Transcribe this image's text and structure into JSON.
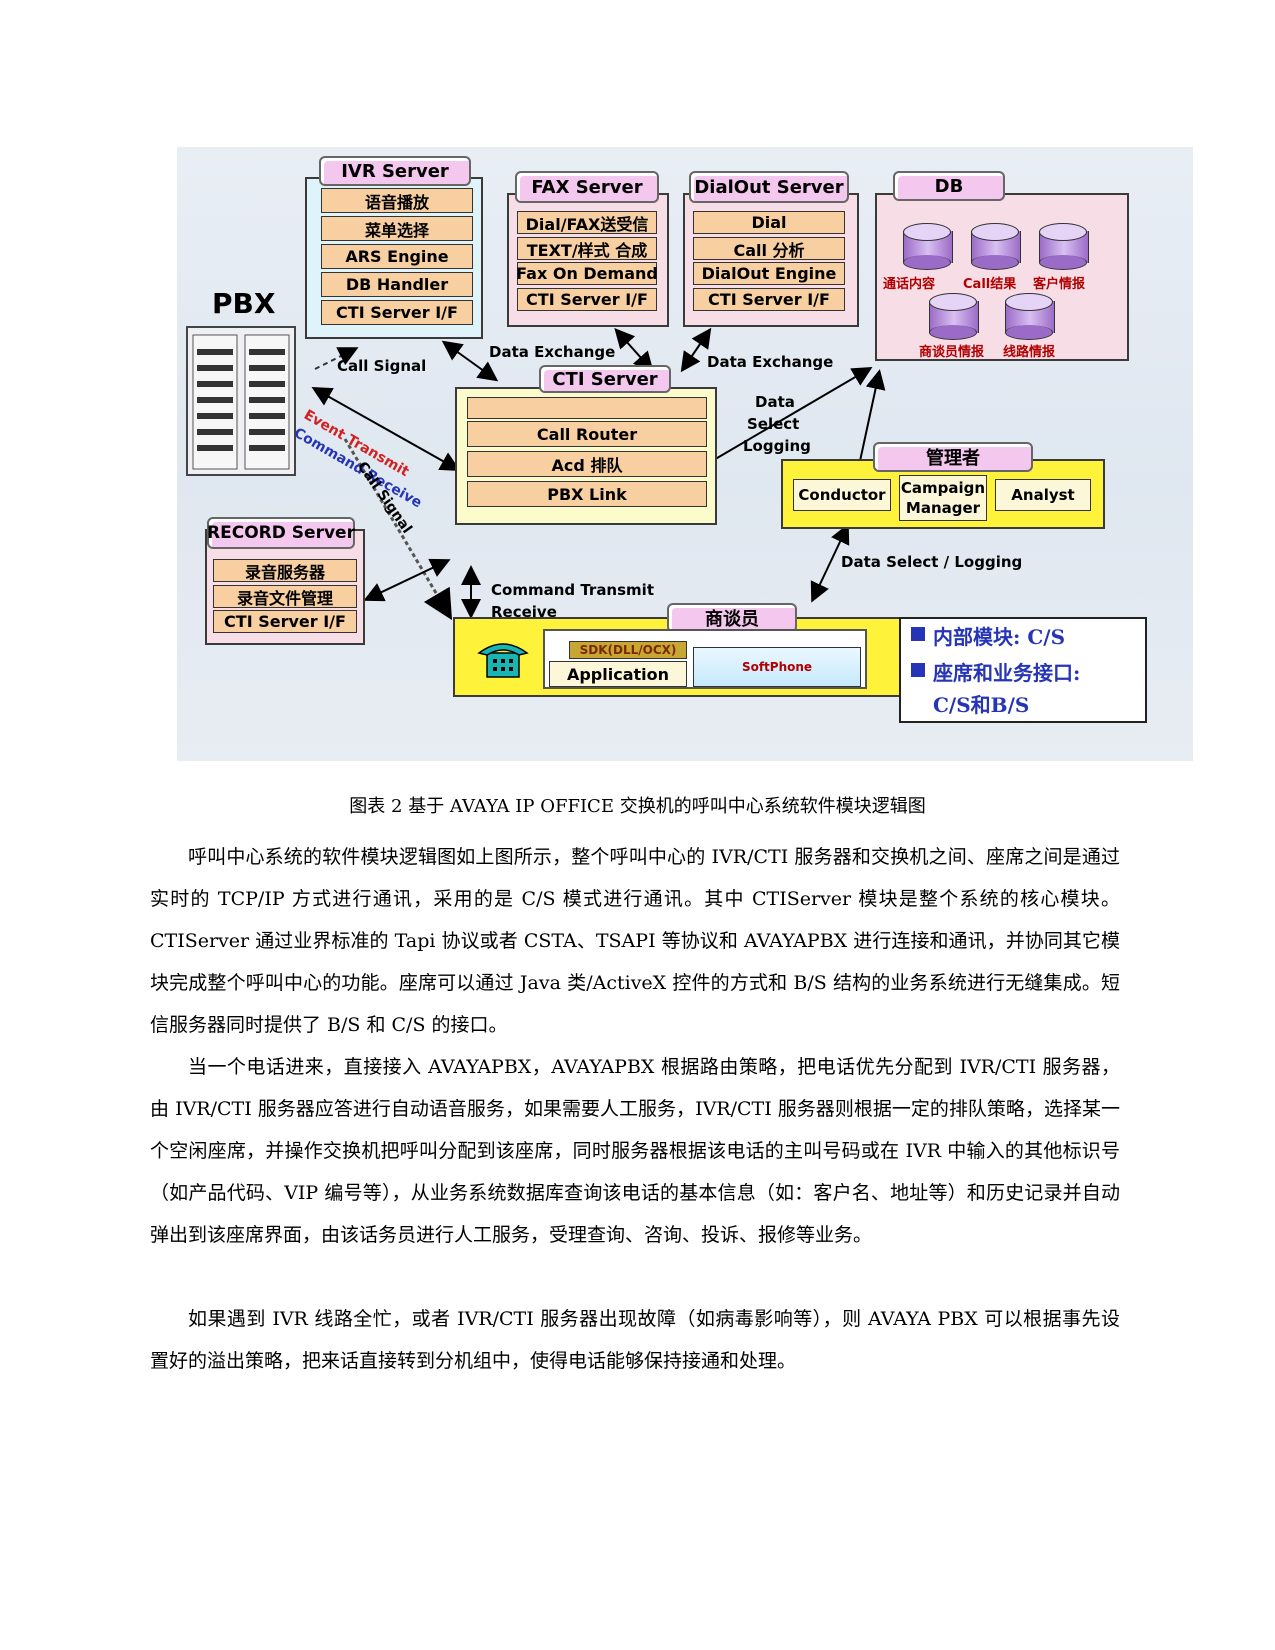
{
  "diagram": {
    "pbx_label": "PBX",
    "ivr": {
      "title": "IVR Server",
      "items": [
        "语音播放",
        "菜单选择",
        "ARS Engine",
        "DB Handler",
        "CTI Server I/F"
      ]
    },
    "fax": {
      "title": "FAX Server",
      "items": [
        "Dial/FAX送受信",
        "TEXT/样式 合成",
        "Fax On Demand",
        "CTI Server I/F"
      ]
    },
    "dialout": {
      "title": "DialOut Server",
      "items": [
        "Dial",
        "Call 分析",
        "DialOut Engine",
        "CTI Server I/F"
      ]
    },
    "db": {
      "title": "DB",
      "items": [
        "通话内容",
        "Call结果",
        "客户情报",
        "商谈员情报",
        "线路情报"
      ]
    },
    "cti": {
      "title": "CTI Server",
      "items": [
        "Call Router",
        "Acd 排队",
        "PBX Link"
      ]
    },
    "manager": {
      "title": "管理者",
      "items": [
        "Conductor",
        "Campaign",
        "Manager",
        "Analyst"
      ]
    },
    "record": {
      "title": "RECORD Server",
      "items": [
        "录音服务器",
        "录音文件管理",
        "CTI Server I/F"
      ]
    },
    "agent": {
      "title": "商谈员",
      "sdk": "SDK(DLL/OCX)",
      "application": "Application",
      "softphone": "SoftPhone"
    },
    "labels": {
      "call_signal_1": "Call Signal",
      "data_exchange_1": "Data Exchange",
      "data_exchange_2": "Data Exchange",
      "data": "Data",
      "select": "Select",
      "logging": "Logging",
      "event_transmit": "Event Transmit",
      "command_receive": "Command Receive",
      "call_signal_2": "Call Signal",
      "command_transmit": "Command Transmit",
      "receive": "Receive",
      "data_select_logging": "Data Select / Logging"
    },
    "legend": [
      "内部模块: C/S",
      "座席和业务接口:",
      "C/S和B/S"
    ]
  },
  "caption": "图表 2 基于 AVAYA IP OFFICE 交换机的呼叫中心系统软件模块逻辑图",
  "paragraphs": [
    "呼叫中心系统的软件模块逻辑图如上图所示，整个呼叫中心的 IVR/CTI 服务器和交换机之间、座席之间是通过实时的 TCP/IP 方式进行通讯，采用的是 C/S 模式进行通讯。其中 CTIServer 模块是整个系统的核心模块。CTIServer 通过业界标准的 Tapi 协议或者 CSTA、TSAPI 等协议和 AVAYAPBX 进行连接和通讯，并协同其它模块完成整个呼叫中心的功能。座席可以通过 Java 类/ActiveX 控件的方式和 B/S 结构的业务系统进行无缝集成。短信服务器同时提供了 B/S 和 C/S 的接口。",
    "当一个电话进来，直接接入 AVAYAPBX，AVAYAPBX 根据路由策略，把电话优先分配到 IVR/CTI 服务器，由 IVR/CTI 服务器应答进行自动语音服务，如果需要人工服务，IVR/CTI 服务器则根据一定的排队策略，选择某一个空闲座席，并操作交换机把呼叫分配到该座席，同时服务器根据该电话的主叫号码或在 IVR 中输入的其他标识号（如产品代码、VIP 编号等），从业务系统数据库查询该电话的基本信息（如：客户名、地址等）和历史记录并自动弹出到该座席界面，由该话务员进行人工服务，受理查询、咨询、投诉、报修等业务。",
    "如果遇到 IVR 线路全忙，或者 IVR/CTI 服务器出现故障（如病毒影响等），则 AVAYA PBX 可以根据事先设置好的溢出策略，把来话直接转到分机组中，使得电话能够保持接通和处理。"
  ]
}
